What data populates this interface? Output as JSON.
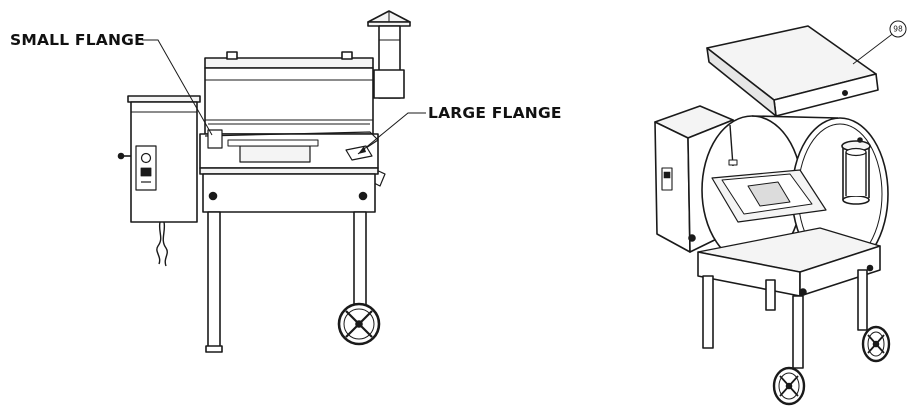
{
  "labels": {
    "small_flange": "SMALL FLANGE",
    "large_flange": "LARGE FLANGE",
    "part_number": "98"
  },
  "colors": {
    "line": "#1a1a1a",
    "panel": "#f4f4f4",
    "shadow": "#cfcfcf"
  }
}
